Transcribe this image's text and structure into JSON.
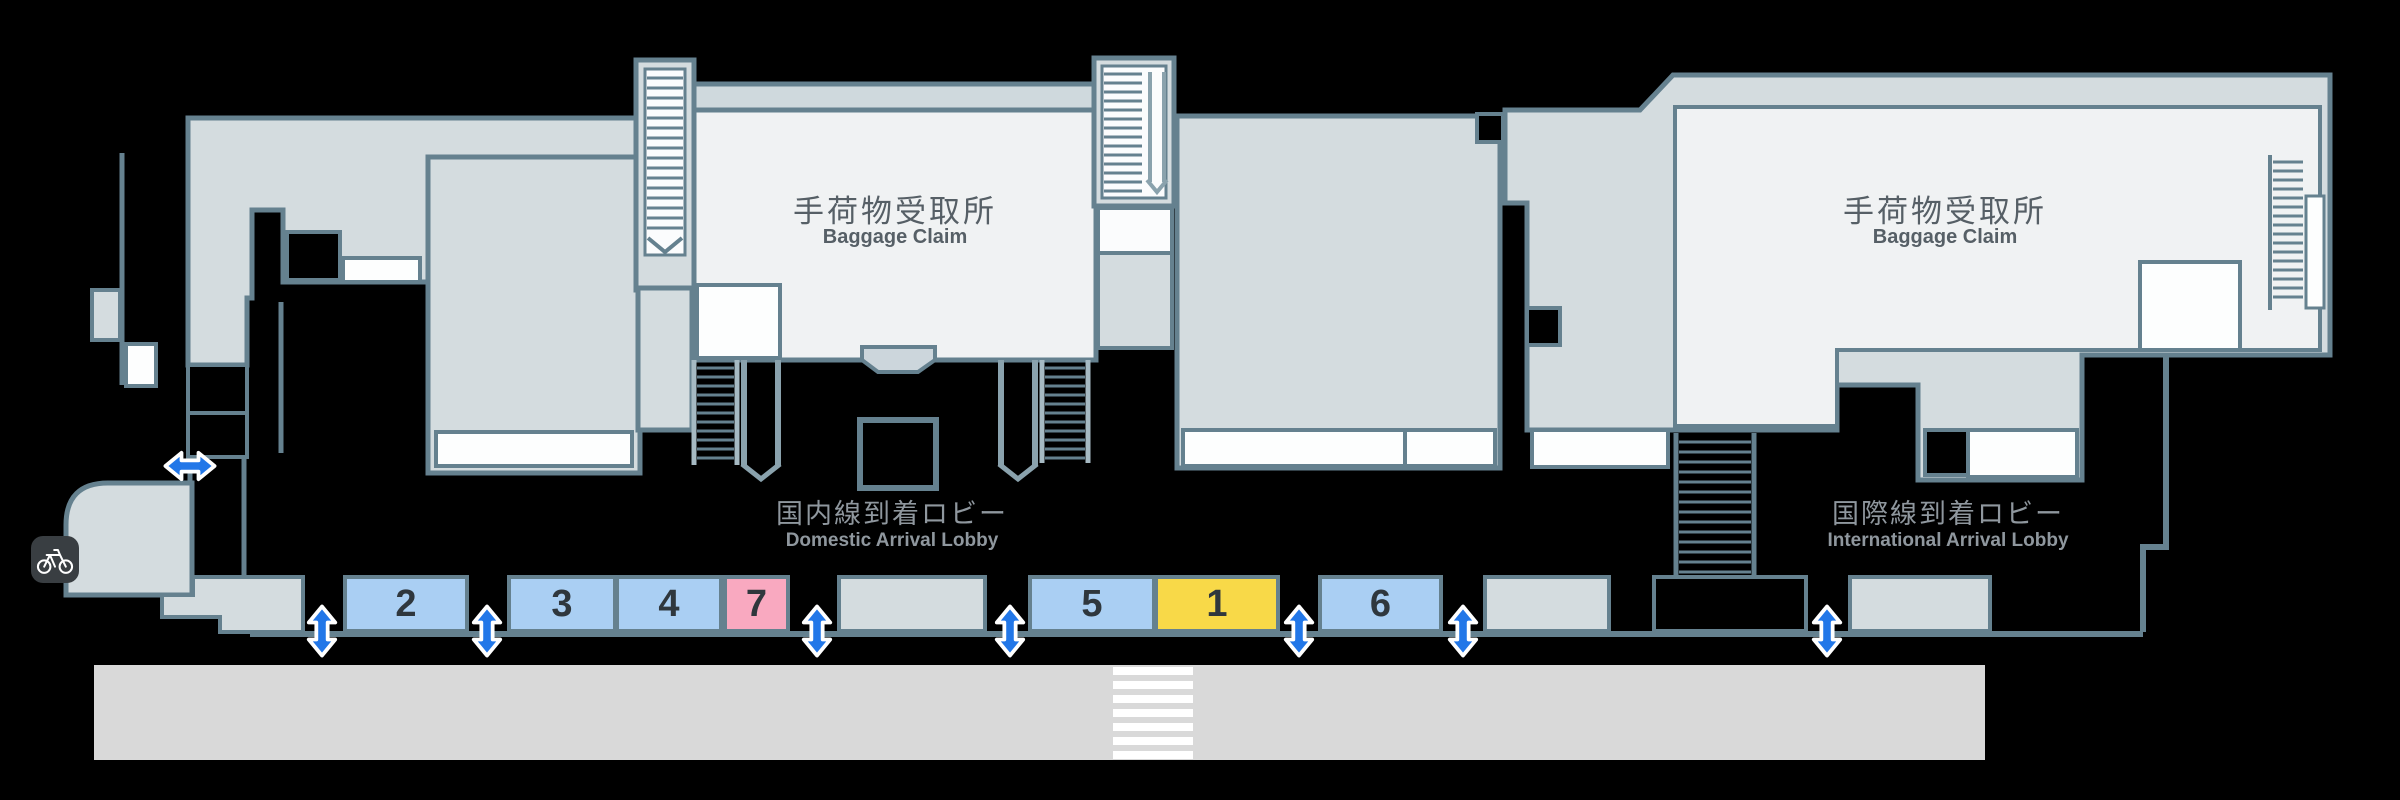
{
  "areas": {
    "domestic_baggage_claim": {
      "jp": "手荷物受取所",
      "en": "Baggage Claim"
    },
    "international_baggage_claim": {
      "jp": "手荷物受取所",
      "en": "Baggage Claim"
    },
    "domestic_arrival_lobby": {
      "jp": "国内線到着ロビー",
      "en": "Domestic Arrival Lobby"
    },
    "international_arrival_lobby": {
      "jp": "国際線到着ロビー",
      "en": "International Arrival Lobby"
    }
  },
  "bus_stops": [
    {
      "label": "2",
      "color": "blue"
    },
    {
      "label": "3",
      "color": "blue"
    },
    {
      "label": "4",
      "color": "blue"
    },
    {
      "label": "7",
      "color": "pink"
    },
    {
      "label": "",
      "color": "gray"
    },
    {
      "label": "5",
      "color": "blue"
    },
    {
      "label": "1",
      "color": "yellow"
    },
    {
      "label": "6",
      "color": "blue"
    },
    {
      "label": "",
      "color": "gray"
    },
    {
      "label": "",
      "color": "dark"
    },
    {
      "label": "",
      "color": "gray"
    }
  ],
  "icons": {
    "bicycle": "bicycle-parking",
    "vertical_double_arrow": "entrance (two-way)",
    "horizontal_double_arrow": "passage (two-way)"
  },
  "colors": {
    "background": "#000000",
    "building_gray": "#d4dcdf",
    "building_interior": "#f0f2f3",
    "wall": "#65818f",
    "road": "#d9d9d9",
    "stop_blue": "#aacff3",
    "stop_pink": "#f9a9c0",
    "stop_yellow": "#f8d948",
    "arrow_blue": "#2277e8"
  }
}
